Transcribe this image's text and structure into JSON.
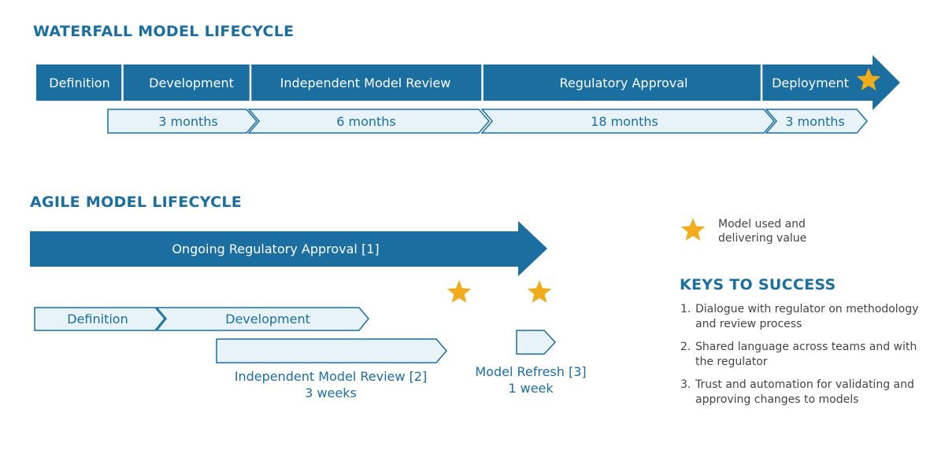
{
  "waterfall": {
    "title": "WATERFALL MODEL LIFECYCLE",
    "phases": [
      "Definition",
      "Development",
      "Independent Model Review",
      "Regulatory Approval",
      "Deployment"
    ],
    "durations": [
      "3 months",
      "6 months",
      "18 months",
      "3 months"
    ]
  },
  "agile": {
    "title": "AGILE MODEL LIFECYCLE",
    "approval_arrow": "Ongoing Regulatory Approval [1]",
    "definition": "Definition",
    "development": "Development",
    "review_label": "Independent Model Review [2]",
    "review_duration": "3 weeks",
    "refresh_label": "Model Refresh [3]",
    "refresh_duration": "1 week"
  },
  "legend": {
    "star_meaning": "Model used and delivering value"
  },
  "keys": {
    "title": "KEYS TO SUCCESS",
    "items": [
      {
        "num": "1.",
        "text": "Dialogue with regulator on methodology and review process"
      },
      {
        "num": "2.",
        "text": "Shared language across teams and with the regulator"
      },
      {
        "num": "3.",
        "text": "Trust and automation for validating and approving changes to models"
      }
    ]
  },
  "colors": {
    "primary_blue": "#1a6ea0",
    "light_fill": "#e8f3f9",
    "star_gold": "#f0ac1a",
    "body_text": "#444444"
  }
}
